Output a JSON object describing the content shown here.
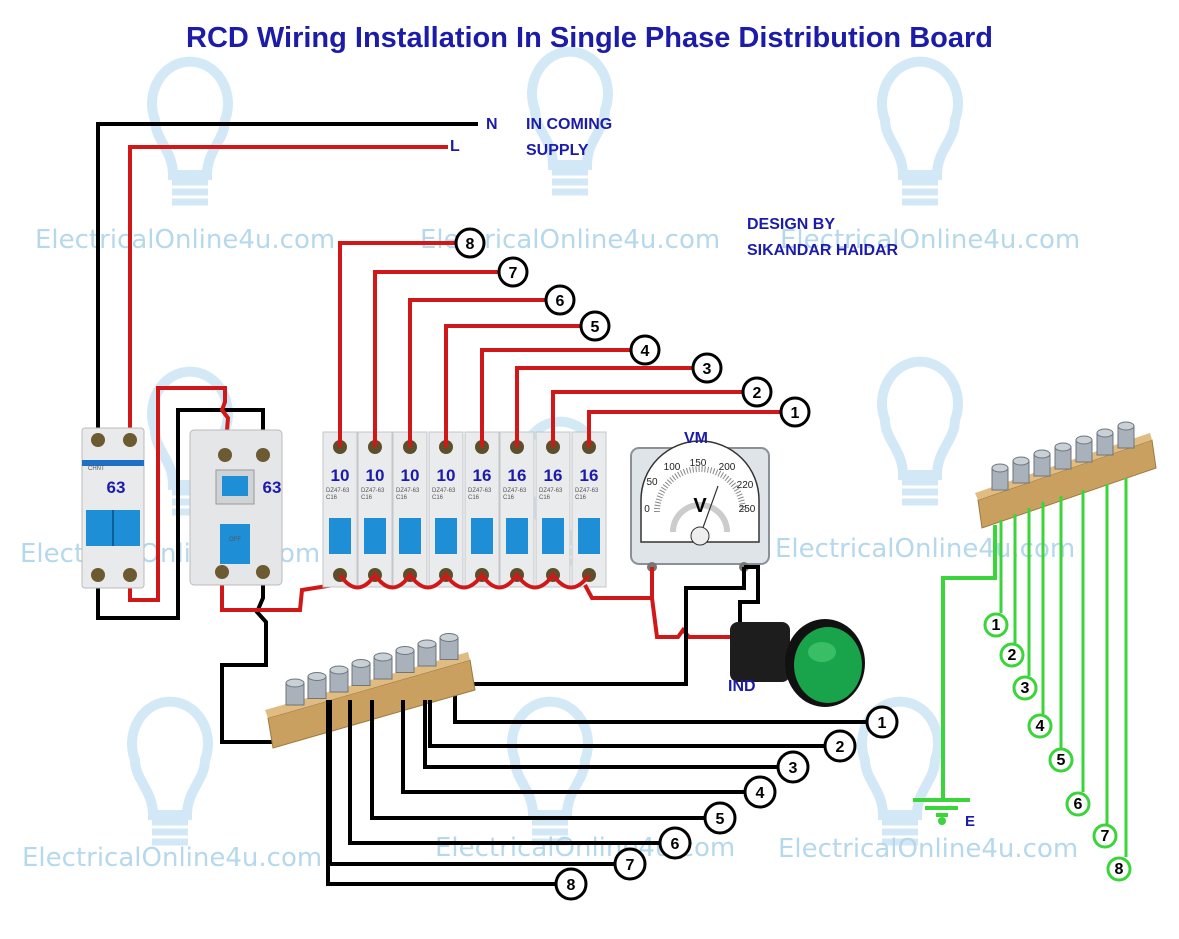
{
  "title": "RCD Wiring Installation In Single Phase Distribution Board",
  "supply": {
    "neutral_label": "N",
    "line_label": "L",
    "caption_line1": "IN COMING",
    "caption_line2": "SUPPLY"
  },
  "credit": {
    "line1": "DESIGN BY",
    "line2": "SIKANDAR HAIDAR"
  },
  "watermark": "ElectricalOnline4u.com",
  "main_breaker": {
    "brand": "CHNT",
    "rating": "63"
  },
  "rcd": {
    "rating": "63",
    "button_label": "OFF"
  },
  "mcbs": [
    {
      "rating": "10",
      "model": "DZ47-63",
      "type": "C16",
      "circuit": "8"
    },
    {
      "rating": "10",
      "model": "DZ47-63",
      "type": "C16",
      "circuit": "7"
    },
    {
      "rating": "10",
      "model": "DZ47-63",
      "type": "C16",
      "circuit": "6"
    },
    {
      "rating": "10",
      "model": "DZ47-63",
      "type": "C16",
      "circuit": "5"
    },
    {
      "rating": "16",
      "model": "DZ47-63",
      "type": "C16",
      "circuit": "4"
    },
    {
      "rating": "16",
      "model": "DZ47-63",
      "type": "C16",
      "circuit": "3"
    },
    {
      "rating": "16",
      "model": "DZ47-63",
      "type": "C16",
      "circuit": "2"
    },
    {
      "rating": "16",
      "model": "DZ47-63",
      "type": "C16",
      "circuit": "1"
    }
  ],
  "voltmeter": {
    "label": "VM",
    "unit": "V",
    "scale": [
      "0",
      "50",
      "100",
      "150",
      "200",
      "220",
      "250"
    ]
  },
  "indicator": {
    "label": "IND"
  },
  "neutral_circuits": [
    "1",
    "2",
    "3",
    "4",
    "5",
    "6",
    "7",
    "8"
  ],
  "earth_circuits": [
    "1",
    "2",
    "3",
    "4",
    "5",
    "6",
    "7",
    "8"
  ],
  "earth_label": "E",
  "colors": {
    "line": "#d01818",
    "neutral": "#000000",
    "earth": "#3bd43b",
    "text": "#1c1ca8",
    "watermark": "#b6d8ec",
    "busbar": "#c9a060",
    "mcb_toggle": "#1e8fd6",
    "indicator": "#19a34a"
  }
}
